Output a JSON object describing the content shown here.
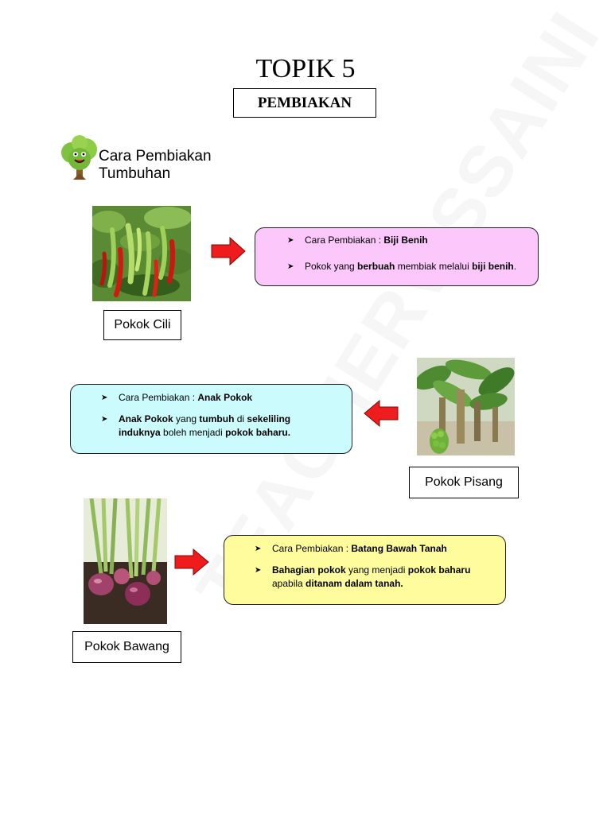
{
  "title": "TOPIK 5",
  "subtitle": "PEMBIAKAN",
  "section_heading": "Cara Pembiakan Tumbuhan",
  "bullet_glyph": "➤",
  "colors": {
    "pink_box": "#fcc8fc",
    "cyan_box": "#ccfbfe",
    "yellow_box": "#fffc9e",
    "arrow_red": "#ee1c1c"
  },
  "items": [
    {
      "label": "Pokok Cili",
      "b1_prefix": "Cara Pembiakan : ",
      "b1_method": "Biji Benih",
      "b2": [
        {
          "t": "Pokok yang ",
          "b": false
        },
        {
          "t": "berbuah",
          "b": true
        },
        {
          "t": " membiak melalui ",
          "b": false
        },
        {
          "t": "biji benih",
          "b": true
        },
        {
          "t": ".",
          "b": false
        }
      ]
    },
    {
      "label": "Pokok Pisang",
      "b1_prefix": "Cara Pembiakan : ",
      "b1_method": "Anak Pokok",
      "b2": [
        {
          "t": "Anak Pokok",
          "b": true
        },
        {
          "t": " yang ",
          "b": false
        },
        {
          "t": "tumbuh",
          "b": true
        },
        {
          "t": " di ",
          "b": false
        },
        {
          "t": "sekeliling induknya",
          "b": true
        },
        {
          "t": " boleh menjadi ",
          "b": false
        },
        {
          "t": "pokok baharu.",
          "b": true
        }
      ]
    },
    {
      "label": "Pokok Bawang",
      "b1_prefix": "Cara Pembiakan : ",
      "b1_method": "Batang Bawah Tanah",
      "b2": [
        {
          "t": "Bahagian pokok",
          "b": true
        },
        {
          "t": " yang menjadi ",
          "b": false
        },
        {
          "t": "pokok baharu",
          "b": true
        },
        {
          "t": " apabila ",
          "b": false
        },
        {
          "t": "ditanam dalam tanah.",
          "b": true
        }
      ]
    }
  ]
}
